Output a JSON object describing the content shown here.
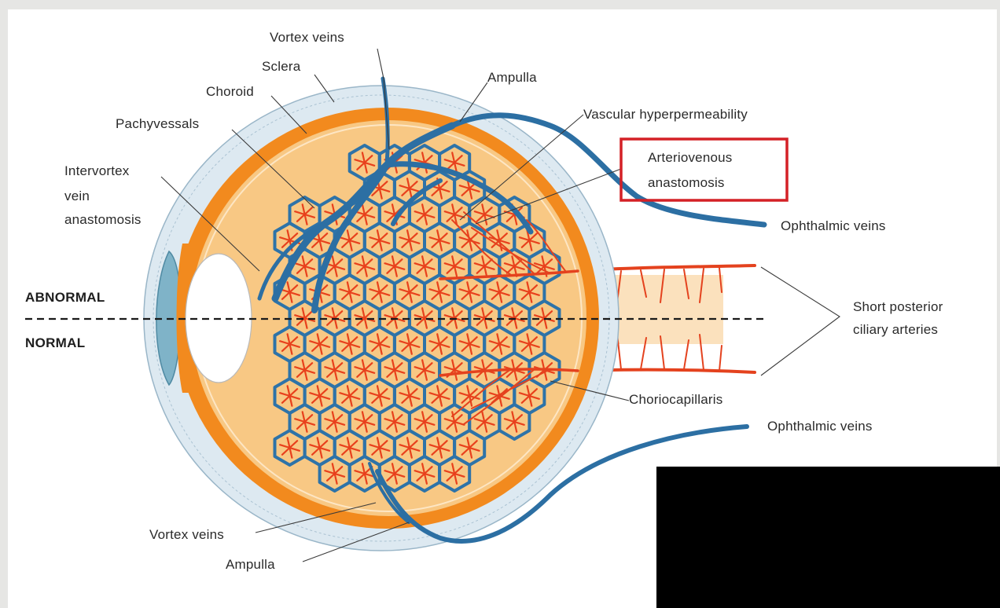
{
  "labels": {
    "vortex_veins_top": "Vortex veins",
    "sclera": "Sclera",
    "choroid": "Choroid",
    "pachyvessels": "Pachyvessals",
    "intervortex_line1": "Intervortex",
    "intervortex_line2": "vein",
    "intervortex_line3": "anastomosis",
    "ampulla_top": "Ampulla",
    "vascular_hyperpermeability": "Vascular hyperpermeability",
    "av_line1": "Arteriovenous",
    "av_line2": "anastomosis",
    "ophthalmic_veins_top": "Ophthalmic veins",
    "abnormal": "ABNORMAL",
    "normal": "NORMAL",
    "short_posterior_line1": "Short posterior",
    "short_posterior_line2": "ciliary arteries",
    "choriocapillaris": "Choriocapillaris",
    "ophthalmic_veins_bottom": "Ophthalmic veins",
    "vortex_veins_bottom": "Vortex veins",
    "ampulla_bottom": "Ampulla"
  },
  "colors": {
    "background": "#e6e6e4",
    "sclera": "#dde9f1",
    "choroid": "#f28a1e",
    "globe": "#f8c884",
    "vein": "#2c6fa3",
    "artery": "#e4421e",
    "highlight_box": "#d42026",
    "overlay": "#000000"
  }
}
